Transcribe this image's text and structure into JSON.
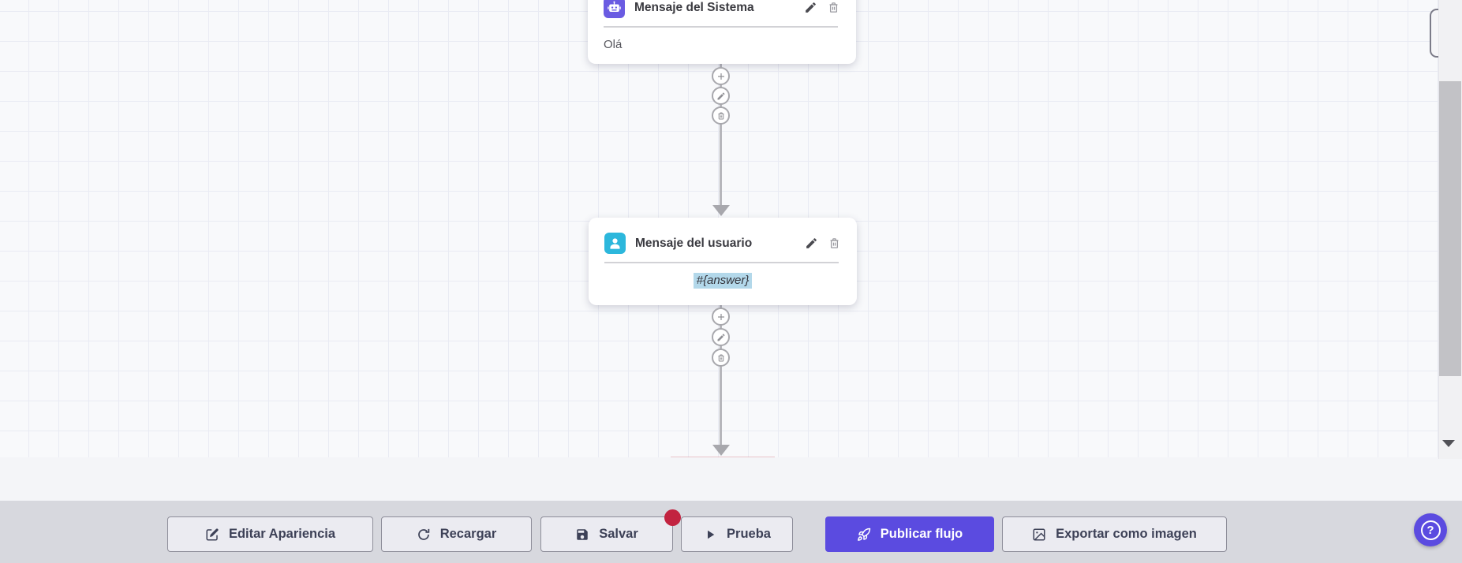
{
  "nodes": [
    {
      "title": "Mensaje del Sistema",
      "body": "Olá",
      "icon": "robot-icon",
      "icon_color": "#6a5be2"
    },
    {
      "title": "Mensaje del usuario",
      "body": "#{answer}",
      "icon": "user-icon",
      "icon_color": "#2cb7dc"
    }
  ],
  "node_actions": [
    {
      "icon": "pencil-icon",
      "action": "edit"
    },
    {
      "icon": "trash-icon",
      "action": "delete"
    }
  ],
  "connector_buttons": [
    {
      "icon": "plus-icon",
      "action": "add-node"
    },
    {
      "icon": "pencil-icon",
      "action": "edit-connection"
    },
    {
      "icon": "trash-icon",
      "action": "delete-connection"
    }
  ],
  "toolbar": {
    "buttons": [
      {
        "label": "Editar Apariencia",
        "icon": "edit-square-icon"
      },
      {
        "label": "Recargar",
        "icon": "refresh-icon"
      },
      {
        "label": "Salvar",
        "icon": "save-icon",
        "has_unsaved_badge": true
      },
      {
        "label": "Prueba",
        "icon": "play-icon"
      },
      {
        "label": "Publicar flujo",
        "icon": "rocket-icon",
        "primary": true
      },
      {
        "label": "Exportar como imagen",
        "icon": "image-icon"
      }
    ]
  },
  "help_button": {
    "label": "?",
    "icon": "question-mark-icon"
  },
  "colors": {
    "accent_purple": "#5b4be0",
    "system_node_icon": "#6a5be2",
    "user_node_icon": "#2cb7dc",
    "unsaved_badge": "#c22340",
    "variable_highlight": "#b3d8ea",
    "toolbar_band": "#d7d8de"
  }
}
